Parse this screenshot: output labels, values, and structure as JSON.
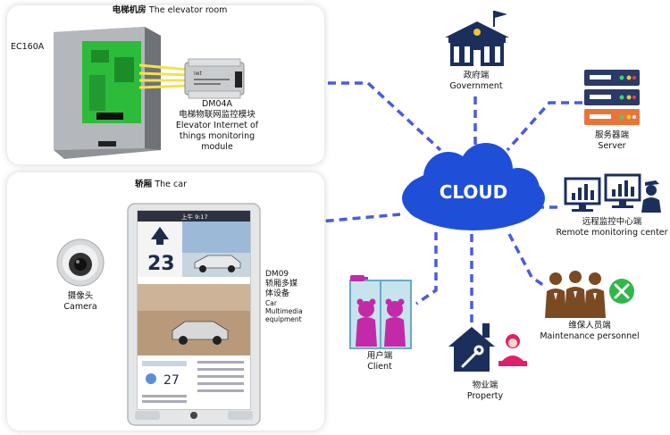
{
  "machine_room": {
    "title_cn": "电梯机房",
    "title_en": "The elevator room",
    "controller_label": "EC160A",
    "module_name": "DM04A",
    "module_desc_cn": "电梯物联网监控模块",
    "module_desc_en_1": "Elevator Internet of",
    "module_desc_en_2": "things monitoring",
    "module_desc_en_3": "module"
  },
  "car": {
    "title_cn": "轿厢",
    "title_en": "The car",
    "camera_cn": "摄像头",
    "camera_en": "Camera",
    "device_name": "DM09",
    "device_cn_1": "轿厢多媒",
    "device_cn_2": "体设备",
    "device_en_1": "Car",
    "device_en_2": "Multimedia",
    "device_en_3": "equipment",
    "screen_floor": "23",
    "screen_time": "上午 9:17",
    "screen_temp": "27"
  },
  "cloud_label": "CLOUD",
  "nodes": {
    "government": {
      "cn": "政府端",
      "en": "Government"
    },
    "server": {
      "cn": "服务器端",
      "en": "Server"
    },
    "remote": {
      "cn": "远程监控中心端",
      "en": "Remote monitoring center"
    },
    "maintenance": {
      "cn": "维保人员端",
      "en": "Maintenance personnel"
    },
    "property": {
      "cn": "物业端",
      "en": "Property"
    },
    "client": {
      "cn": "用户端",
      "en": "Client"
    }
  },
  "colors": {
    "link": "#4a5bdc",
    "cloud": "#1f4fd8",
    "navy": "#1c2f5c",
    "pink": "#c22aa8",
    "worker": "#7a4a22",
    "green": "#2fb84a"
  }
}
